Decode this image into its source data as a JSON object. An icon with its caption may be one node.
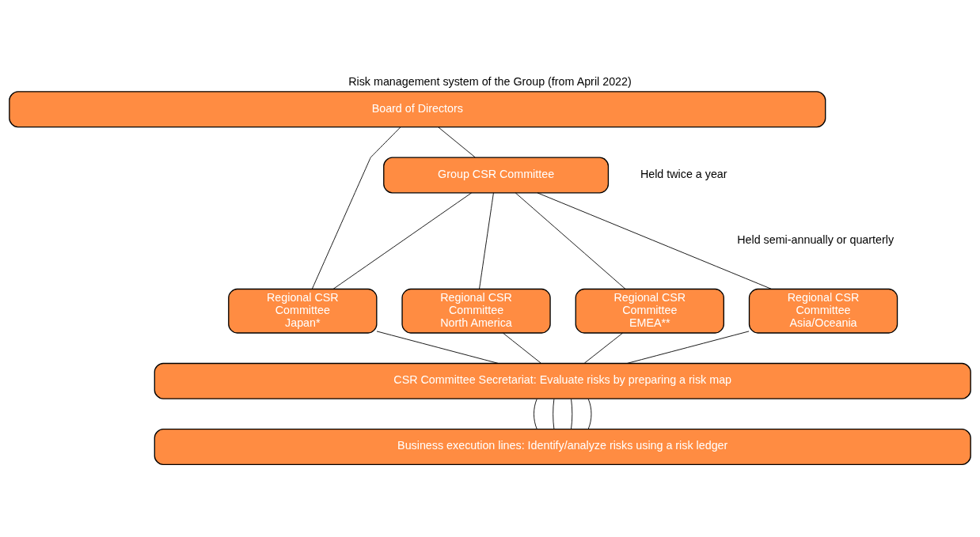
{
  "diagram": {
    "title": "Risk management system of the Group (from April 2022)",
    "nodes": [
      {
        "text": [
          "Board of Directors"
        ]
      },
      {
        "text": [
          "Group CSR Committee"
        ],
        "beside": [
          "Held twice a year"
        ]
      },
      {
        "text": [
          "Regional CSR Committee Japan*"
        ]
      },
      {
        "text": [
          "Regional CSR Committee North America"
        ]
      },
      {
        "text": [
          "Regional CSR Committee EMEA**"
        ]
      },
      {
        "text": [
          "Regional CSR Committee Asia/Oceania"
        ]
      },
      {
        "text": [
          "CSR Committee Secretariat: Evaluate risks by preparing a risk map"
        ]
      },
      {
        "text": [
          "Business execution lines: Identify/analyze risks using a risk ledger"
        ]
      }
    ],
    "edges": [
      {
        "from": 0,
        "to": 1,
        "arrow": "none"
      },
      {
        "from": 0,
        "to": 2,
        "arrow": "none"
      },
      {
        "from": 1,
        "to": 2,
        "arrow": "none"
      },
      {
        "from": 1,
        "to": 3,
        "arrow": "none"
      },
      {
        "from": 1,
        "to": 4,
        "arrow": "none"
      },
      {
        "from": 1,
        "to": 5,
        "arrow": "none"
      },
      {
        "from": 2,
        "to": 6,
        "arrow": "none"
      },
      {
        "from": 3,
        "to": 6,
        "arrow": "none"
      },
      {
        "from": 4,
        "to": 6,
        "arrow": "none"
      },
      {
        "from": 5,
        "to": 6,
        "arrow": "none"
      },
      {
        "from": 6,
        "to": 7,
        "arrow": "none"
      },
      {
        "from": 6,
        "to": 7,
        "arrow": "none"
      },
      {
        "from": 6,
        "to": 7,
        "arrow": "none"
      },
      {
        "from": 6,
        "to": 7,
        "arrow": "none"
      }
    ],
    "labels": [
      "Held semi-annually or quarterly"
    ]
  }
}
